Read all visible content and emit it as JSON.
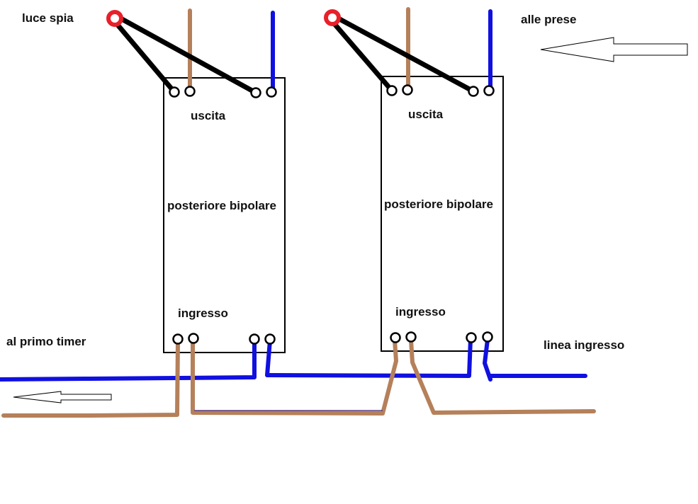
{
  "labels": {
    "pilot_light": "luce spia",
    "to_outlets": "alle prese",
    "to_first_timer": "al primo timer",
    "input_line": "linea ingresso"
  },
  "switches": [
    {
      "output_label": "uscita",
      "body_label": "posteriore bipolare",
      "input_label": "ingresso"
    },
    {
      "output_label": "uscita",
      "body_label": "posteriore bipolare",
      "input_label": "ingresso"
    }
  ],
  "colors": {
    "blue_wire": "#1010e0",
    "brown_wire": "#b5805a",
    "black_wire": "#000000",
    "pilot_light_ring": "#e8202a",
    "outline": "#000000"
  }
}
